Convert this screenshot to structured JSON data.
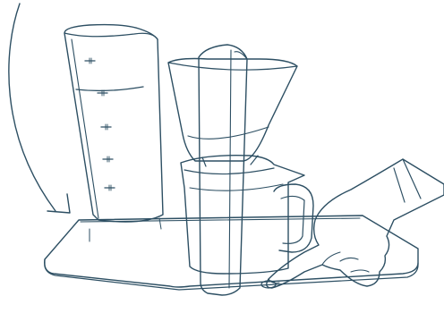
{
  "colors": {
    "line": "#2d4f63",
    "background": "#ffffff",
    "surface": "#ffffff"
  },
  "icons": {
    "arrow": "curved-arrow-icon",
    "hand": "pointing-hand-icon"
  },
  "water_tank": {
    "marks": [
      "mark-1",
      "mark-2",
      "mark-3",
      "mark-4",
      "mark-5"
    ]
  }
}
